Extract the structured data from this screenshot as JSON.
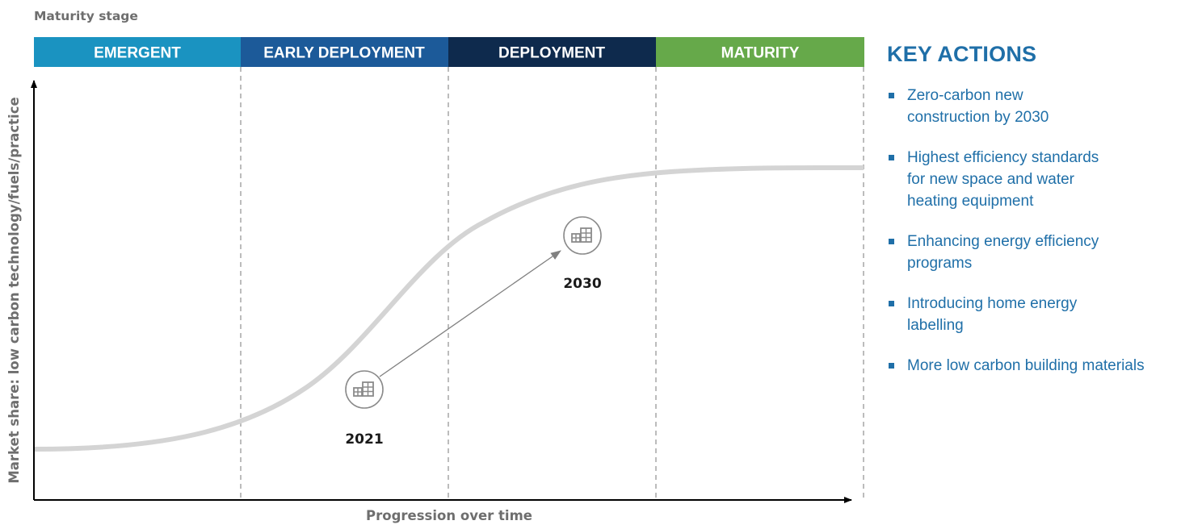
{
  "header": {
    "maturity_label": "Maturity stage"
  },
  "stages": [
    {
      "label": "EMERGENT",
      "color": "#1a93c1"
    },
    {
      "label": "EARLY DEPLOYMENT",
      "color": "#1c5a99"
    },
    {
      "label": "DEPLOYMENT",
      "color": "#0e2a4d"
    },
    {
      "label": "MATURITY",
      "color": "#66a94a"
    }
  ],
  "axes": {
    "y_label": "Market share: low carbon technology/fuels/practice",
    "x_label": "Progression over time"
  },
  "markers": [
    {
      "year": "2021",
      "icon": "building-icon"
    },
    {
      "year": "2030",
      "icon": "building-icon"
    }
  ],
  "key_actions": {
    "title": "KEY ACTIONS",
    "items": [
      "Zero-carbon new construction by 2030",
      "Highest efficiency standards for new space and water heating equipment",
      "Enhancing energy efficiency programs",
      "Introducing home energy labelling",
      "More low carbon building materials"
    ]
  },
  "colors": {
    "curve": "#d4d4d4",
    "axis": "#000000",
    "divider": "#a0a0a0",
    "accent_text": "#1f6fa8",
    "icon": "#8a8a8a"
  }
}
